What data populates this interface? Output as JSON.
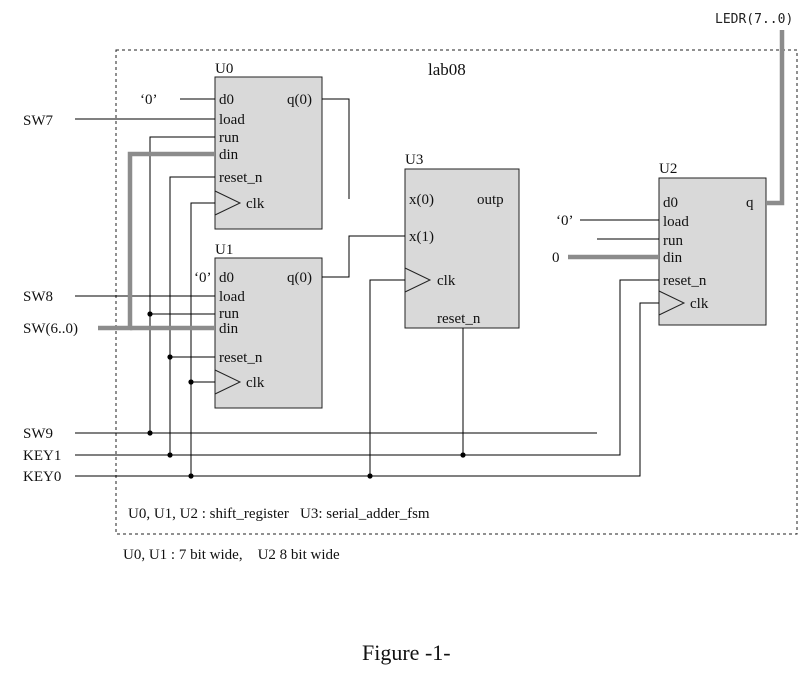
{
  "top_label": "LEDR(7..0)",
  "system_title": "lab08",
  "inputs": {
    "sw7": "SW7",
    "sw8": "SW8",
    "sw6_0": "SW(6..0)",
    "sw9": "SW9",
    "key1": "KEY1",
    "key0": "KEY0"
  },
  "blocks": {
    "u0": {
      "name": "U0",
      "ports": {
        "d0": "d0",
        "load": "load",
        "run": "run",
        "din": "din",
        "reset_n": "reset_n",
        "clk": "clk",
        "q": "q(0)"
      },
      "const_d0": "‘0’"
    },
    "u1": {
      "name": "U1",
      "ports": {
        "d0": "d0",
        "load": "load",
        "run": "run",
        "din": "din",
        "reset_n": "reset_n",
        "clk": "clk",
        "q": "q(0)"
      },
      "const_d0": "‘0’"
    },
    "u3": {
      "name": "U3",
      "ports": {
        "x0": "x(0)",
        "x1": "x(1)",
        "outp": "outp",
        "clk": "clk",
        "reset_n": "reset_n"
      }
    },
    "u2": {
      "name": "U2",
      "ports": {
        "d0": "d0",
        "load": "load",
        "run": "run",
        "din": "din",
        "reset_n": "reset_n",
        "clk": "clk",
        "q": "q"
      },
      "const_d0": "‘0’",
      "const_din": "0"
    }
  },
  "notes": {
    "line1": "U0, U1, U2 : shift_register   U3: serial_adder_fsm",
    "line2": "U0, U1 : 7 bit wide,    U2 8 bit wide"
  },
  "figure_caption": "Figure -1-",
  "colors": {
    "block_fill": "#d9d9d9",
    "wire": "#000000",
    "bus": "#8c8c8c"
  }
}
